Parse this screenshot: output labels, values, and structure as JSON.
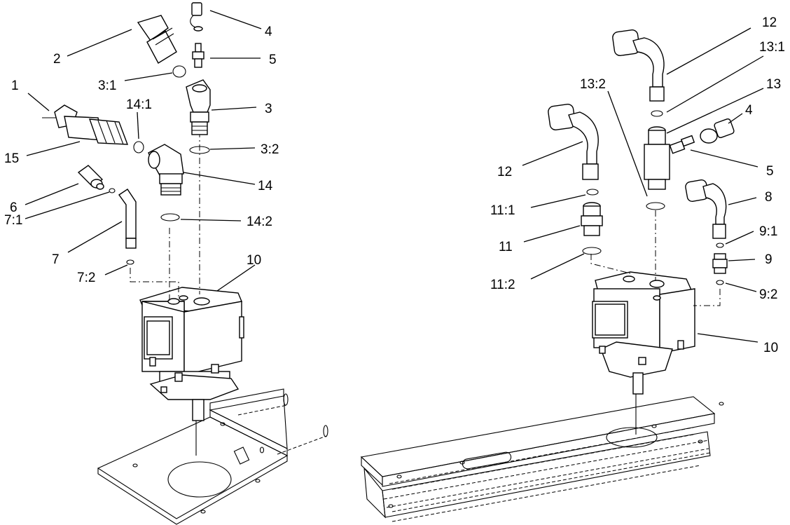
{
  "callouts_left": {
    "c1": "1",
    "c2": "2",
    "c3_1": "3:1",
    "c4": "4",
    "c5": "5",
    "c3": "3",
    "c14_1": "14:1",
    "c3_2": "3:2",
    "c15": "15",
    "c14": "14",
    "c6": "6",
    "c7_1": "7:1",
    "c14_2": "14:2",
    "c7": "7",
    "c7_2": "7:2",
    "c10": "10"
  },
  "callouts_right": {
    "c12a": "12",
    "c13_1": "13:1",
    "c13_2": "13:2",
    "c13": "13",
    "c4": "4",
    "c12b": "12",
    "c5": "5",
    "c8": "8",
    "c11_1": "11:1",
    "c9_1": "9:1",
    "c11": "11",
    "c9": "9",
    "c11_2": "11:2",
    "c9_2": "9:2",
    "c10": "10"
  }
}
